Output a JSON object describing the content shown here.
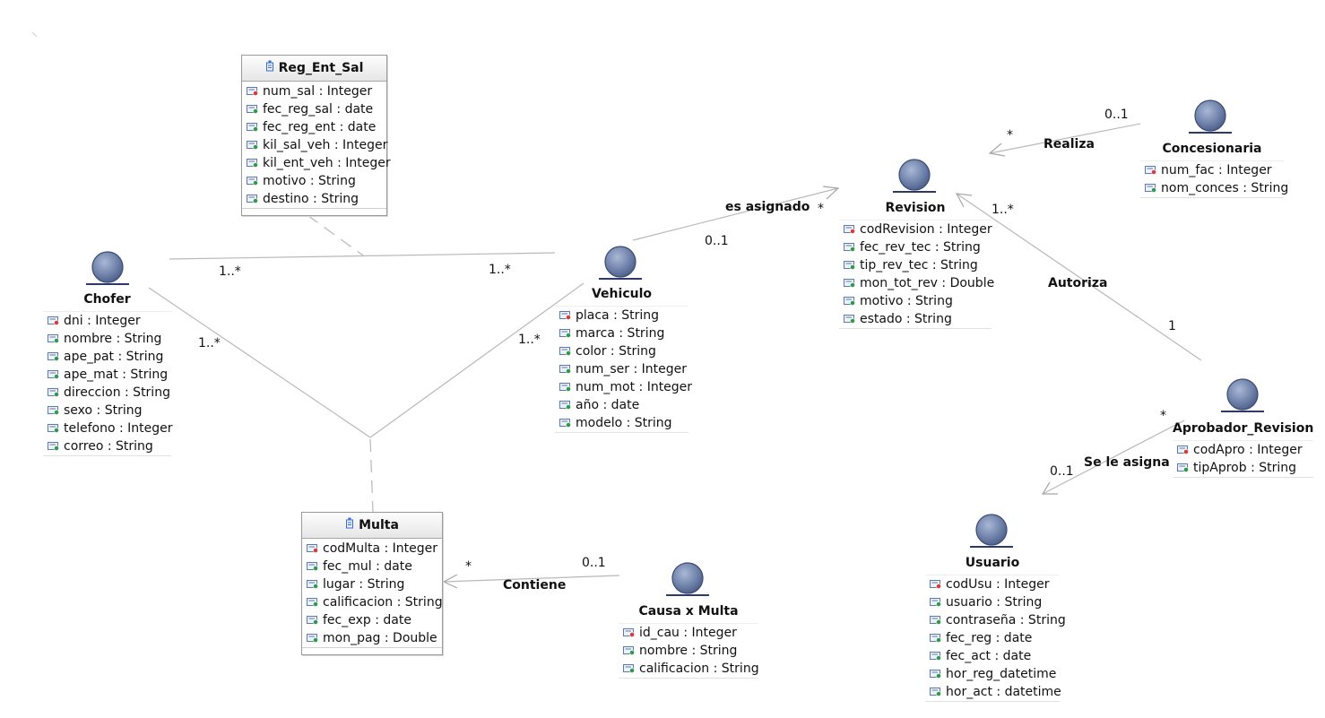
{
  "colors": {
    "actor_fill": "#6f82aa",
    "actor_stroke": "#2b3a66",
    "line": "#b8b8b8",
    "key_icon": "#d93a3a",
    "attr_icon": "#2f9a4a"
  },
  "entities": {
    "chofer": {
      "name": "Chofer",
      "attrs": [
        {
          "text": "dni : Integer",
          "icon": "key"
        },
        {
          "text": "nombre : String",
          "icon": "attr"
        },
        {
          "text": "ape_pat : String",
          "icon": "attr"
        },
        {
          "text": "ape_mat : String",
          "icon": "attr"
        },
        {
          "text": "direccion : String",
          "icon": "attr"
        },
        {
          "text": "sexo : String",
          "icon": "attr"
        },
        {
          "text": "telefono : Integer",
          "icon": "attr"
        },
        {
          "text": "correo : String",
          "icon": "attr"
        }
      ]
    },
    "vehiculo": {
      "name": "Vehiculo",
      "attrs": [
        {
          "text": "placa : String",
          "icon": "key"
        },
        {
          "text": "marca : String",
          "icon": "attr"
        },
        {
          "text": "color : String",
          "icon": "attr"
        },
        {
          "text": "num_ser : Integer",
          "icon": "attr"
        },
        {
          "text": "num_mot : Integer",
          "icon": "attr"
        },
        {
          "text": "año : date",
          "icon": "attr"
        },
        {
          "text": "modelo : String",
          "icon": "attr"
        }
      ]
    },
    "revision": {
      "name": "Revision",
      "attrs": [
        {
          "text": "codRevision : Integer",
          "icon": "key"
        },
        {
          "text": "fec_rev_tec : String",
          "icon": "attr"
        },
        {
          "text": "tip_rev_tec : String",
          "icon": "attr"
        },
        {
          "text": "mon_tot_rev : Double",
          "icon": "attr"
        },
        {
          "text": "motivo : String",
          "icon": "attr"
        },
        {
          "text": "estado : String",
          "icon": "attr"
        }
      ]
    },
    "concesionaria": {
      "name": "Concesionaria",
      "attrs": [
        {
          "text": "num_fac : Integer",
          "icon": "key"
        },
        {
          "text": "nom_conces : String",
          "icon": "attr"
        }
      ]
    },
    "aprobador": {
      "name": "Aprobador_Revision",
      "attrs": [
        {
          "text": "codApro : Integer",
          "icon": "key"
        },
        {
          "text": "tipAprob : String",
          "icon": "attr"
        }
      ]
    },
    "usuario": {
      "name": "Usuario",
      "attrs": [
        {
          "text": "codUsu : Integer",
          "icon": "key"
        },
        {
          "text": "usuario : String",
          "icon": "attr"
        },
        {
          "text": "contraseña : String",
          "icon": "attr"
        },
        {
          "text": "fec_reg : date",
          "icon": "attr"
        },
        {
          "text": "fec_act : date",
          "icon": "attr"
        },
        {
          "text": "hor_reg_datetime",
          "icon": "attr"
        },
        {
          "text": "hor_act : datetime",
          "icon": "attr"
        }
      ]
    },
    "causa": {
      "name": "Causa x Multa",
      "attrs": [
        {
          "text": "id_cau : Integer",
          "icon": "key"
        },
        {
          "text": "nombre : String",
          "icon": "attr"
        },
        {
          "text": "calificacion : String",
          "icon": "attr"
        }
      ]
    }
  },
  "classes": {
    "reg": {
      "name": "Reg_Ent_Sal",
      "attrs": [
        {
          "text": "num_sal : Integer",
          "icon": "key"
        },
        {
          "text": "fec_reg_sal : date",
          "icon": "attr"
        },
        {
          "text": "fec_reg_ent : date",
          "icon": "attr"
        },
        {
          "text": "kil_sal_veh : Integer",
          "icon": "attr"
        },
        {
          "text": "kil_ent_veh : Integer",
          "icon": "attr"
        },
        {
          "text": "motivo : String",
          "icon": "attr"
        },
        {
          "text": "destino : String",
          "icon": "attr"
        }
      ]
    },
    "multa": {
      "name": "Multa",
      "attrs": [
        {
          "text": "codMulta : Integer",
          "icon": "key"
        },
        {
          "text": "fec_mul : date",
          "icon": "attr"
        },
        {
          "text": "lugar : String",
          "icon": "attr"
        },
        {
          "text": "calificacion : String",
          "icon": "attr"
        },
        {
          "text": "fec_exp : date",
          "icon": "attr"
        },
        {
          "text": "mon_pag : Double",
          "icon": "attr"
        }
      ]
    }
  },
  "labels": {
    "chofer_veh_left": "1..*",
    "chofer_veh_right": "1..*",
    "chofer_multa": "1..*",
    "veh_multa": "1..*",
    "es_asignado": "es asignado",
    "es_asignado_from": "0..1",
    "es_asignado_to": "*",
    "realiza": "Realiza",
    "realiza_from": "0..1",
    "realiza_to": "*",
    "autoriza": "Autoriza",
    "autoriza_to": "1..*",
    "autoriza_from": "1",
    "se_le_asigna": "Se le asigna",
    "se_le_asigna_from": "*",
    "se_le_asigna_to": "0..1",
    "contiene": "Contiene",
    "contiene_from": "0..1",
    "contiene_to": "*"
  }
}
